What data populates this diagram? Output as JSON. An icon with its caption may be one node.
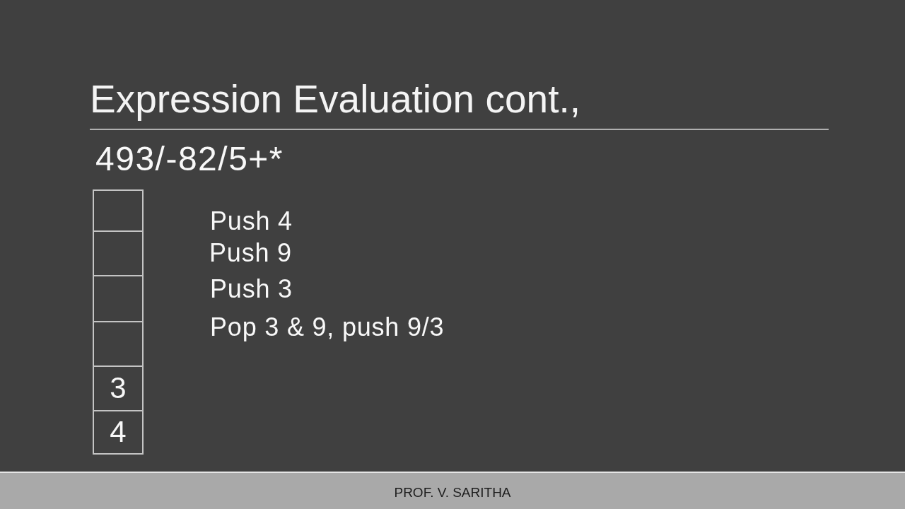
{
  "diagram": {
    "title": "Expression Evaluation cont.,",
    "nodes": [
      {
        "text": [],
        "shape": "box"
      },
      {
        "text": [],
        "shape": "box"
      },
      {
        "text": [],
        "shape": "box"
      },
      {
        "text": [],
        "shape": "box"
      },
      {
        "text": [
          "3"
        ]
      },
      {
        "text": [
          "4"
        ]
      }
    ],
    "labels": [
      "493/-82/5+*",
      "Push 4",
      "Push 9",
      "Push 3",
      "Pop 3 & 9, push 9/3",
      "PROF. V. SARITHA"
    ]
  }
}
